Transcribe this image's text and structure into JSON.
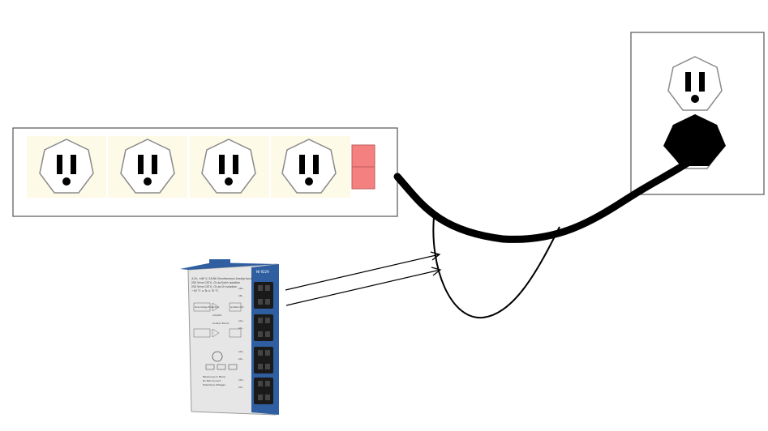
{
  "diagram": {
    "power_strip": {
      "outlet_count": 4,
      "switch_color": "#f48080",
      "outlet_bg": "#fdfae8"
    },
    "wall_outlet": {
      "receptacle_count": 2,
      "plug_color": "#000000"
    },
    "daq_module": {
      "model_label": "NI 9229",
      "body_color": "#2f5fa0",
      "face_color": "#e6e6e6",
      "spec_lines": [
        "4-Ch, ±60 V, 24-Bit Simultaneous Analog Input",
        "250 Vrms CAT II, Ch-to-Earth isolation",
        "250 Vrms CAT II, Ch-to-Ch isolation",
        "−40 °C ≤ Ta ≤ 70 °C"
      ],
      "channel_labels": [
        "AI0+",
        "AI0−",
        "AI1+",
        "AI1−",
        "AI2+",
        "AI2−",
        "AI3+",
        "AI3−"
      ],
      "block_labels": [
        "Overvoltage Protection",
        "Amplifier",
        "Isolated ADC",
        "Isolation Barrier"
      ],
      "footer_lines": [
        "Measuring on Mains",
        "Do Not Connect",
        "Hazardous Voltages"
      ]
    },
    "colors": {
      "cord": "#000000",
      "outline": "#333333",
      "lead": "#000000"
    }
  }
}
